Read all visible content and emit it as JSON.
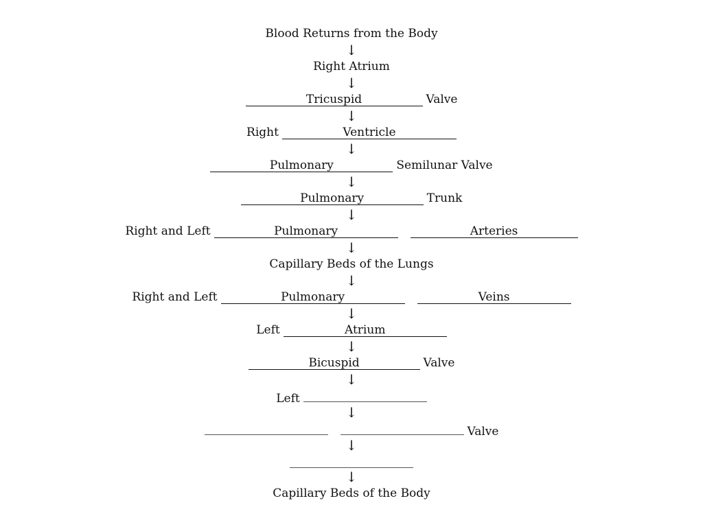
{
  "arrow_glyph": "↓",
  "steps": [
    {
      "prefix": "Blood Returns from the Body"
    },
    {
      "prefix": "Right Atrium"
    },
    {
      "answer": "Tricuspid",
      "suffix": "Valve"
    },
    {
      "prefix": "Right",
      "answer": "Ventricle"
    },
    {
      "answer": "Pulmonary",
      "suffix": "Semilunar Valve"
    },
    {
      "answer": "Pulmonary",
      "suffix": "Trunk"
    },
    {
      "prefix": "Right and Left",
      "answer": "Pulmonary",
      "answer2": "Arteries"
    },
    {
      "prefix": "Capillary Beds of the Lungs"
    },
    {
      "prefix": "Right and Left",
      "answer": "Pulmonary",
      "answer2": "Veins"
    },
    {
      "prefix": "Left",
      "answer": "Atrium"
    },
    {
      "answer": "Bicuspid",
      "suffix": "Valve"
    },
    {
      "prefix": "Left",
      "answer": ""
    },
    {
      "answer": "",
      "answer2": "",
      "suffix": "Valve"
    },
    {
      "answer": ""
    },
    {
      "prefix": "Capillary Beds of the Body"
    }
  ]
}
